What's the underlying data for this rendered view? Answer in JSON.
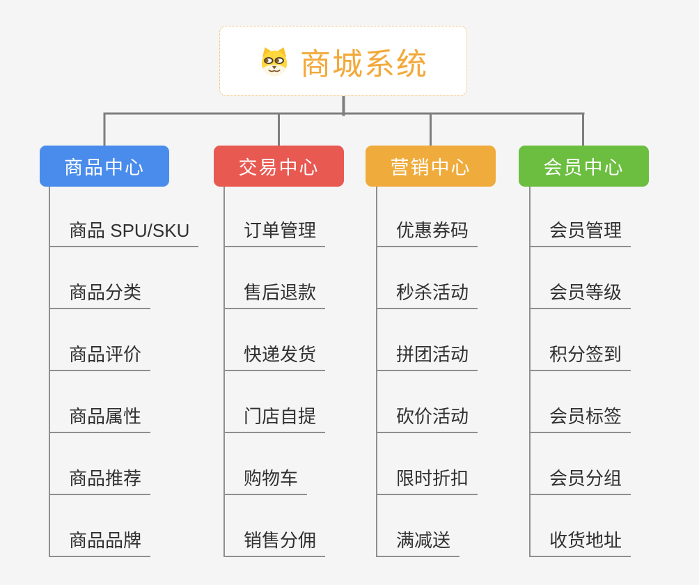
{
  "root": {
    "label": "商城系统",
    "icon_name": "doge-face-icon"
  },
  "branches": [
    {
      "label": "商品中心",
      "color": "#4a8ceb",
      "children": [
        "商品 SPU/SKU",
        "商品分类",
        "商品评价",
        "商品属性",
        "商品推荐",
        "商品品牌"
      ]
    },
    {
      "label": "交易中心",
      "color": "#e85952",
      "children": [
        "订单管理",
        "售后退款",
        "快递发货",
        "门店自提",
        "购物车",
        "销售分佣"
      ]
    },
    {
      "label": "营销中心",
      "color": "#efac3c",
      "children": [
        "优惠券码",
        "秒杀活动",
        "拼团活动",
        "砍价活动",
        "限时折扣",
        "满减送"
      ]
    },
    {
      "label": "会员中心",
      "color": "#6cbe40",
      "children": [
        "会员管理",
        "会员等级",
        "积分签到",
        "会员标签",
        "会员分组",
        "收货地址"
      ]
    }
  ],
  "colors": {
    "root_text": "#f2a93b",
    "root_border": "#efb45f",
    "connector": "#7e7e7e",
    "spine": "#8f8f8f",
    "leaf_text": "#303030",
    "background": "#f5f5f6"
  }
}
